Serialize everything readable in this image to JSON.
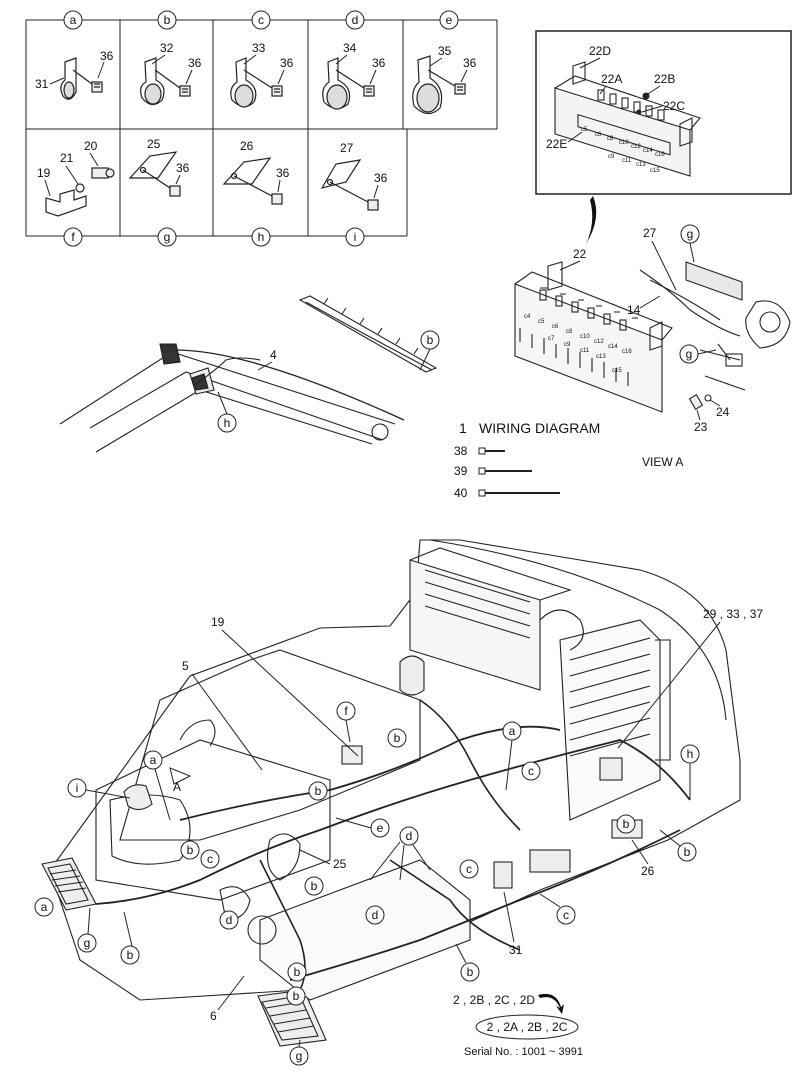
{
  "parts_grid": {
    "row1": [
      {
        "letter": "a",
        "clamp": "31",
        "bolt": "36"
      },
      {
        "letter": "b",
        "clamp": "32",
        "bolt": "36"
      },
      {
        "letter": "c",
        "clamp": "33",
        "bolt": "36"
      },
      {
        "letter": "d",
        "clamp": "34",
        "bolt": "36"
      },
      {
        "letter": "e",
        "clamp": "35",
        "bolt": "36"
      }
    ],
    "row2": [
      {
        "letter": "f",
        "plate": "19",
        "washer": "21",
        "bolt": "20"
      },
      {
        "letter": "g",
        "plate": "25",
        "bolt": "36"
      },
      {
        "letter": "h",
        "plate": "26",
        "bolt": "36"
      },
      {
        "letter": "i",
        "plate": "27",
        "bolt": "36"
      }
    ]
  },
  "detail_box": {
    "labels": [
      "22D",
      "22A",
      "22B",
      "22C",
      "22E"
    ],
    "fuse_tags": [
      "c5",
      "c6",
      "c8",
      "c10",
      "c12",
      "c14",
      "c16",
      "c9",
      "c11",
      "c13",
      "c15"
    ]
  },
  "view_a": {
    "title": "VIEW  A",
    "labels": [
      "22",
      "27",
      "g",
      "14",
      "g",
      "24",
      "23"
    ],
    "fuse_tags": [
      "c4",
      "c5",
      "c6",
      "c8",
      "c10",
      "c12",
      "c14",
      "c16",
      "c7",
      "c9",
      "c11",
      "c13",
      "c15"
    ]
  },
  "boom": {
    "labels": [
      "4",
      "b",
      "h"
    ]
  },
  "legend": {
    "wiring_number": "1",
    "wiring_title": "WIRING DIAGRAM",
    "ties": [
      "38",
      "39",
      "40"
    ]
  },
  "main_view": {
    "callouts": [
      "29 , 33 , 37",
      "19",
      "5",
      "A",
      "25",
      "26",
      "31",
      "6"
    ],
    "letters": [
      "f",
      "a",
      "b",
      "c",
      "d",
      "e",
      "i",
      "g",
      "h"
    ]
  },
  "serial": {
    "old_harness": "2 , 2B , 2C , 2D",
    "new_harness": "2 , 2A , 2B , 2C",
    "serial_no": "Serial No. : 1001 ~ 3991"
  }
}
